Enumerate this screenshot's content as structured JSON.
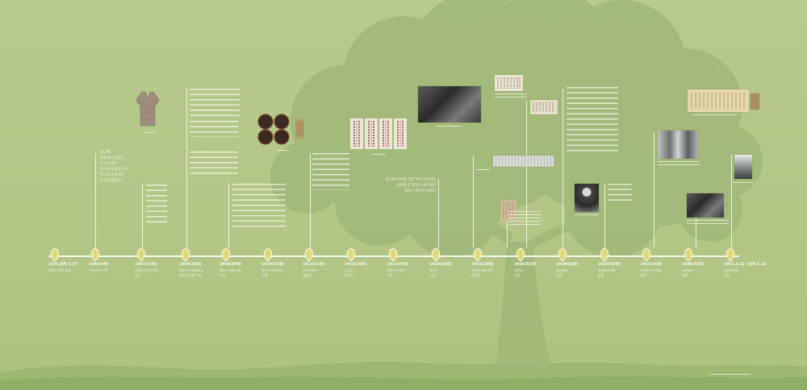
{
  "timeline": [
    {
      "year": "1876.음력 3.27",
      "desc": "강원도 화천 출생"
    },
    {
      "year": "1884(9세)",
      "desc": "서당에서 수학"
    },
    {
      "year": "1897(22세)",
      "desc": "금강산 장안사에서\n출가"
    },
    {
      "year": "1899(24세)",
      "desc": "청암사 수도암에서\n경허 스님을 만남"
    },
    {
      "year": "1904(29세)",
      "desc": "통도사 내원선원\n조실"
    },
    {
      "year": "1910(35세)",
      "desc": "맹산 우두암에서\n수행"
    },
    {
      "year": "1912(37세)",
      "desc": "우두암에서\n깨달음"
    },
    {
      "year": "1914(39세)",
      "desc": "금강산\n장안사"
    },
    {
      "year": "1921(46세)",
      "desc": "건봉사 만일원\n조실"
    },
    {
      "year": "1923(48세)",
      "desc": "봉은사\n조실"
    },
    {
      "year": "1925(50세)",
      "desc": "오대산 상원사로\n들어감"
    },
    {
      "year": "1926(51세)",
      "desc": "상원사\n선원"
    },
    {
      "year": "1929(54세)",
      "desc": "조선불교\n교정"
    },
    {
      "year": "1935(60세)",
      "desc": "조선불교선종\n종정"
    },
    {
      "year": "1941(66세)",
      "desc": "조선불교 조계종\n종정"
    },
    {
      "year": "1948(73세)",
      "desc": "조선불교\n교정"
    },
    {
      "year": "1951.3.22 / 음력 2.14",
      "desc": "상원사에서\n입적"
    }
  ],
  "notes": {
    "childhood_question": "태고에\n천황씨가 있었고\n그 이전에는\n반고씨가 있었으니\n반고씨 이전에는\n누가 있었을까?",
    "quote": "천고에 자취를 감춘 학이 될지언정\n삼춘에 말 잘하는 앵무새의\n재주는 배우지 않겠다"
  },
  "colors": {
    "background": "#b8ca8c",
    "tree": "#9db676",
    "leaf": "#e4dd7d",
    "line": "#f7f8ee"
  }
}
